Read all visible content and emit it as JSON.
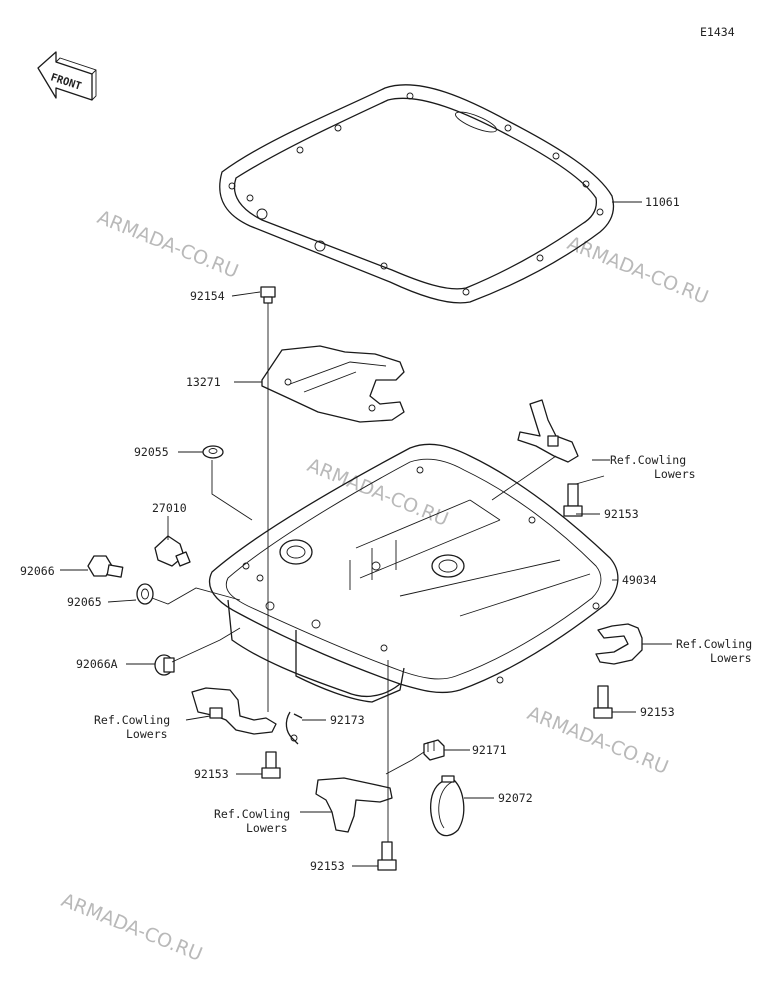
{
  "diagram_code": "E1434",
  "front_label": "FRONT",
  "watermark": "ARMADA-CO.RU",
  "labels": {
    "p11061": "11061",
    "p92154": "92154",
    "p13271": "13271",
    "p92055": "92055",
    "p27010": "27010",
    "p92066": "92066",
    "p92065": "92065",
    "p92066A": "92066A",
    "p49034": "49034",
    "p92153_a": "92153",
    "p92153_b": "92153",
    "p92153_c": "92153",
    "p92153_d": "92153",
    "p92173": "92173",
    "p92171": "92171",
    "p92072": "92072",
    "ref_upper_right_1": "Ref.Cowling",
    "ref_upper_right_2": "Lowers",
    "ref_mid_right_1": "Ref.Cowling",
    "ref_mid_right_2": "Lowers",
    "ref_left_1": "Ref.Cowling",
    "ref_left_2": "Lowers",
    "ref_bottom_1": "Ref.Cowling",
    "ref_bottom_2": "Lowers"
  }
}
